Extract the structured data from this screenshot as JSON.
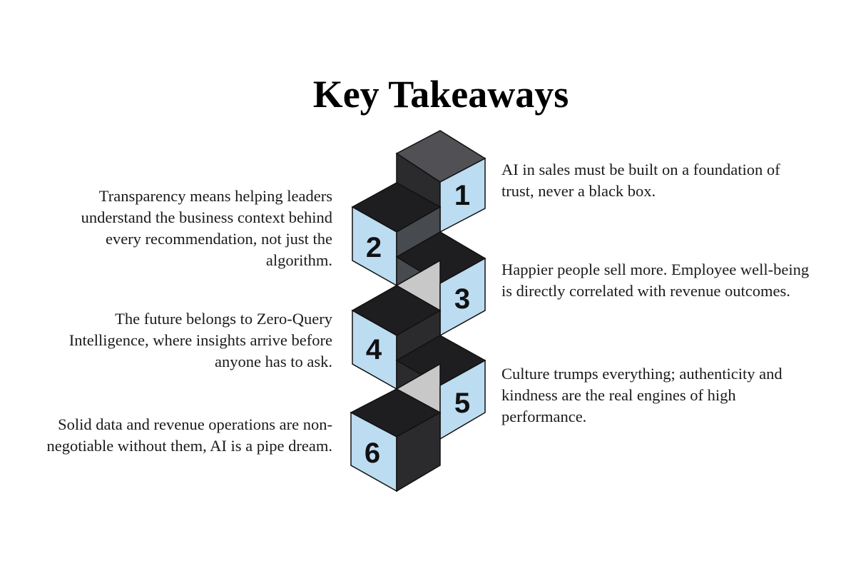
{
  "title": "Key Takeaways",
  "colors": {
    "face_light_blue": "#bcdcf1",
    "face_gray": "#c8c8c8",
    "face_dark": "#2b2b2d",
    "face_top": "#505055",
    "outline": "#111111"
  },
  "takeaways": [
    {
      "number": "1",
      "text": "AI in sales must be built on a foundation of trust, never a black box."
    },
    {
      "number": "2",
      "text": "Transparency means helping leaders understand the business context behind every recommendation, not just the algorithm."
    },
    {
      "number": "3",
      "text": "Happier people sell more. Employee well-being is directly correlated with revenue outcomes."
    },
    {
      "number": "4",
      "text": "The future belongs to Zero-Query Intelligence, where insights arrive before anyone has to ask."
    },
    {
      "number": "5",
      "text": "Culture trumps everything; authenticity and kindness are the real engines of high performance."
    },
    {
      "number": "6",
      "text": "Solid data and revenue operations are non-negotiable without them, AI is a pipe dream."
    }
  ]
}
